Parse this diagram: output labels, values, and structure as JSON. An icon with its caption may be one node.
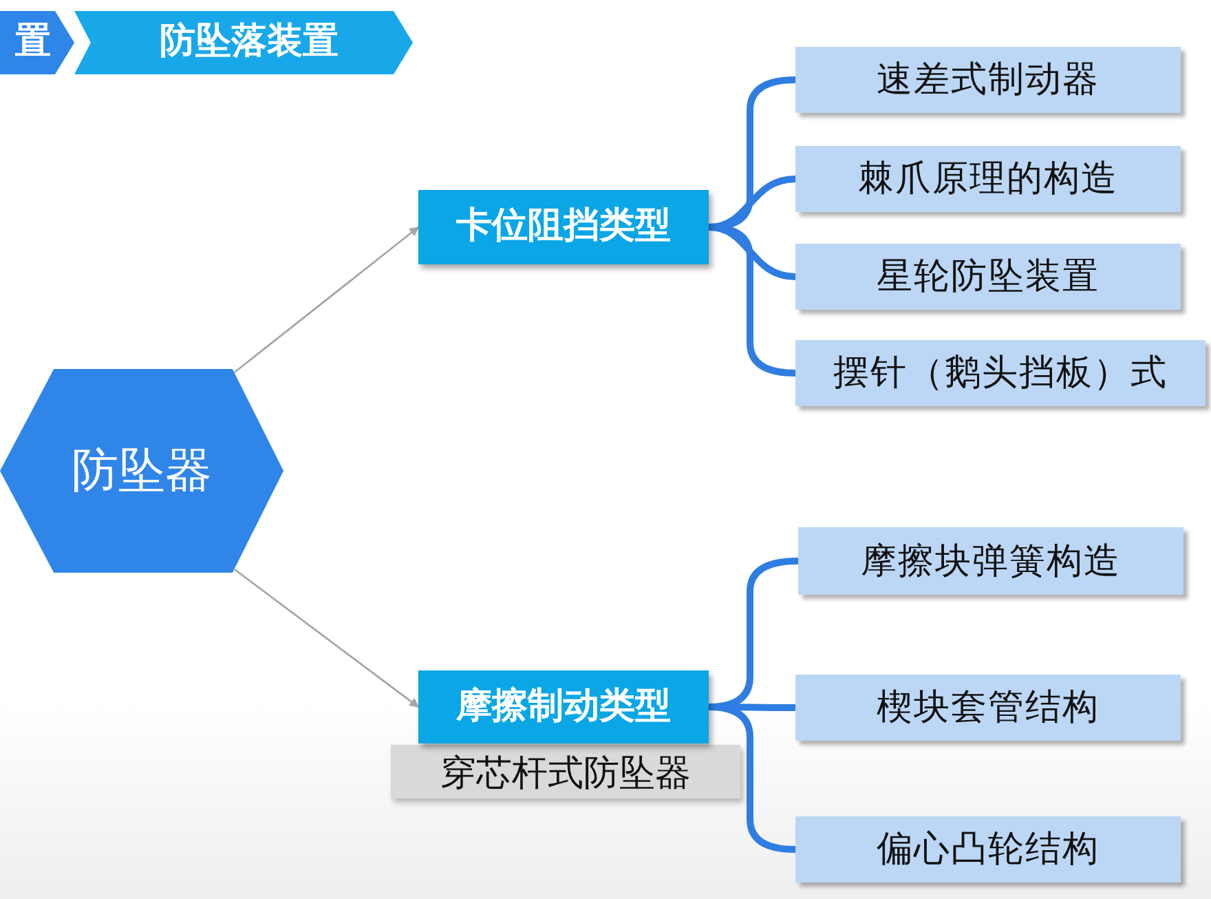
{
  "diagram": {
    "nodes": [
      {
        "text": [
          "置"
        ]
      },
      {
        "text": [
          "防坠落装置"
        ]
      },
      {
        "text": [
          "防坠器"
        ]
      },
      {
        "text": [
          "卡位阻挡类型"
        ]
      },
      {
        "text": [
          "摩擦制动类型"
        ]
      },
      {
        "text": [
          "穿芯杆式防坠器"
        ]
      },
      {
        "text": [
          "速差式制动器"
        ]
      },
      {
        "text": [
          "棘爪原理的构造"
        ]
      },
      {
        "text": [
          "星轮防坠装置"
        ]
      },
      {
        "text": [
          "摆针（鹅头挡板）式"
        ]
      },
      {
        "text": [
          "摩擦块弹簧构造"
        ]
      },
      {
        "text": [
          "楔块套管结构"
        ]
      },
      {
        "text": [
          "偏心凸轮结构"
        ]
      }
    ],
    "edges": [
      {
        "from": 2,
        "to": 3,
        "arrow": "to",
        "color": "#a6a6a6"
      },
      {
        "from": 2,
        "to": 4,
        "arrow": "to",
        "color": "#a6a6a6"
      },
      {
        "from": 3,
        "to": 6,
        "arrow": "none"
      },
      {
        "from": 3,
        "to": 7,
        "arrow": "none"
      },
      {
        "from": 3,
        "to": 8,
        "arrow": "none"
      },
      {
        "from": 3,
        "to": 9,
        "arrow": "none"
      },
      {
        "from": 4,
        "to": 10,
        "arrow": "none"
      },
      {
        "from": 4,
        "to": 11,
        "arrow": "none"
      },
      {
        "from": 4,
        "to": 12,
        "arrow": "none"
      }
    ]
  }
}
